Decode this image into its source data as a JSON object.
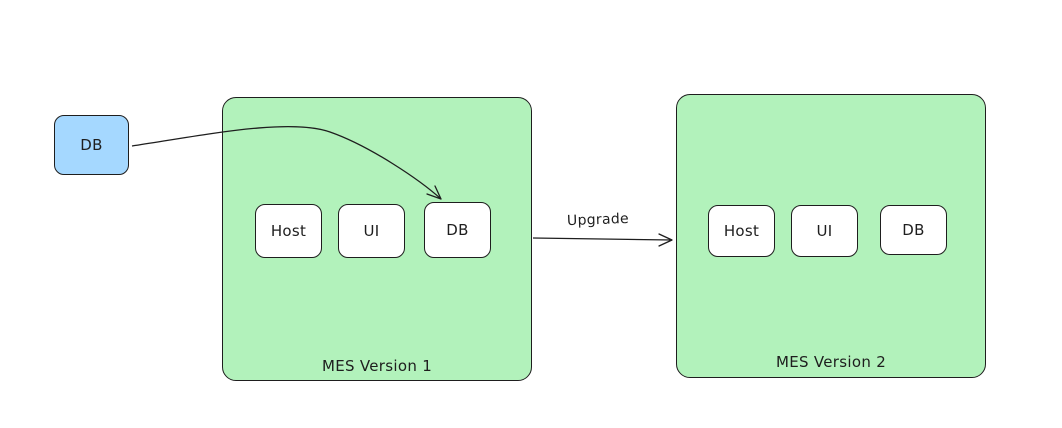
{
  "external_db": {
    "label": "DB"
  },
  "version1": {
    "label": "MES Version 1",
    "nodes": [
      {
        "label": "Host"
      },
      {
        "label": "UI"
      },
      {
        "label": "DB"
      }
    ]
  },
  "version2": {
    "label": "MES Version 2",
    "nodes": [
      {
        "label": "Host"
      },
      {
        "label": "UI"
      },
      {
        "label": "DB"
      }
    ]
  },
  "edges": {
    "upgrade_label": "Upgrade"
  },
  "colors": {
    "container_fill": "#b2f2bb",
    "external_fill": "#a5d8ff",
    "stroke": "#1e1e1e",
    "node_fill": "#ffffff"
  }
}
